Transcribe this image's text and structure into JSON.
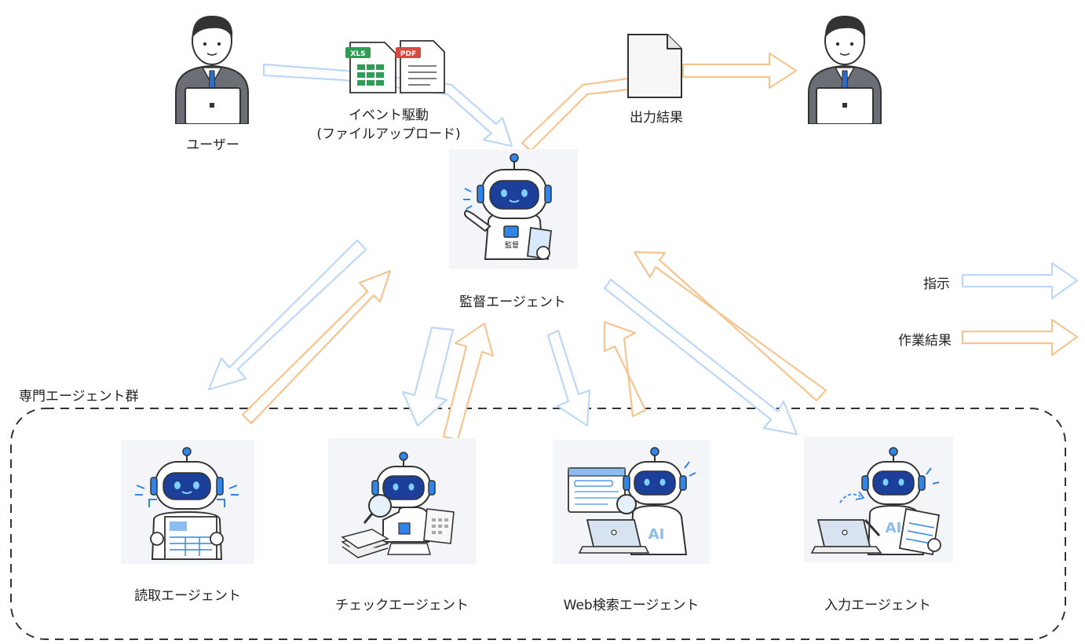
{
  "labels": {
    "user": "ユーザー",
    "event_line1": "イベント駆動",
    "event_line2": "(ファイルアップロード)",
    "output": "出力結果",
    "supervisor": "監督エージェント",
    "group": "専門エージェント群",
    "agent_reader": "読取エージェント",
    "agent_check": "チェックエージェント",
    "agent_web": "Web検索エージェント",
    "agent_input": "入力エージェント",
    "legend_instruction": "指示",
    "legend_result": "作業結果",
    "xls_tag": "XLS",
    "pdf_tag": "PDF",
    "badge_supervisor": "監督",
    "ai_tag": "AI"
  },
  "colors": {
    "instruction": "#bcd7f7",
    "result": "#f6c48e",
    "robot_blue": "#1f6fd6",
    "robot_face": "#1c3f9a"
  }
}
